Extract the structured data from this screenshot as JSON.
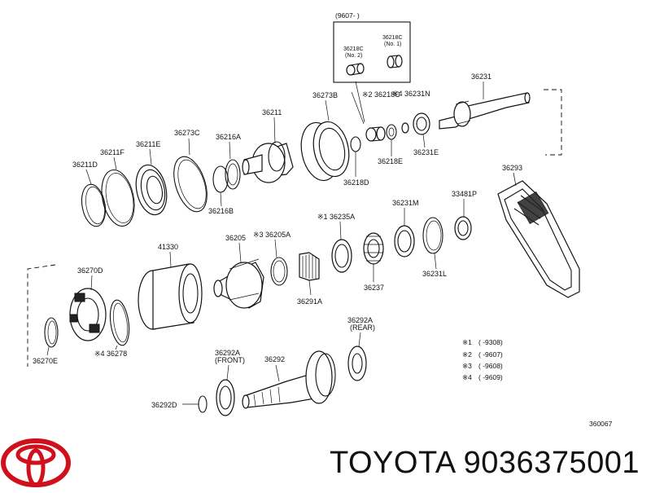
{
  "diagram": {
    "inset_title": "(9607-    )",
    "inset_labels": [
      {
        "id": "36218C-no2",
        "text": "36218C",
        "sub": "(No. 2)"
      },
      {
        "id": "36218C-no1",
        "text": "36218C",
        "sub": "(No. 1)"
      }
    ],
    "labels": {
      "p36211D": "36211D",
      "p36211F": "36211F",
      "p36211E": "36211E",
      "p36273C": "36273C",
      "p36216A": "36216A",
      "p36216B": "36216B",
      "p36211": "36211",
      "p36273B": "36273B",
      "p36218C": "※2 36218C",
      "p36231N": "※4 36231N",
      "p36218D": "36218D",
      "p36218E": "36218E",
      "p36231E": "36231E",
      "p36231": "36231",
      "p36293": "36293",
      "p33481P": "33481P",
      "p36231M": "36231M",
      "p36235A": "※1 36235A",
      "p36231L": "36231L",
      "p36237": "36237",
      "p36291A": "36291A",
      "p36205": "36205",
      "p36205A": "※3 36205A",
      "p41330": "41330",
      "p36270D": "36270D",
      "p36270E": "36270E",
      "p36278": "※4 36278",
      "p36292A_front": "36292A",
      "p36292A_front_sub": "(FRONT)",
      "p36292": "36292",
      "p36292A_rear": "36292A",
      "p36292A_rear_sub": "(REAR)",
      "p36292D": "36292D",
      "ref_code": "360067"
    },
    "notes": [
      {
        "mark": "※1",
        "range": "(        -9308)"
      },
      {
        "mark": "※2",
        "range": "(        -9607)"
      },
      {
        "mark": "※3",
        "range": "(        -9608)"
      },
      {
        "mark": "※4",
        "range": "(        -9609)"
      }
    ]
  },
  "footer": {
    "brand_logo": "toyota-logo-icon",
    "part_number_text": "TOYOTA 9036375001"
  }
}
